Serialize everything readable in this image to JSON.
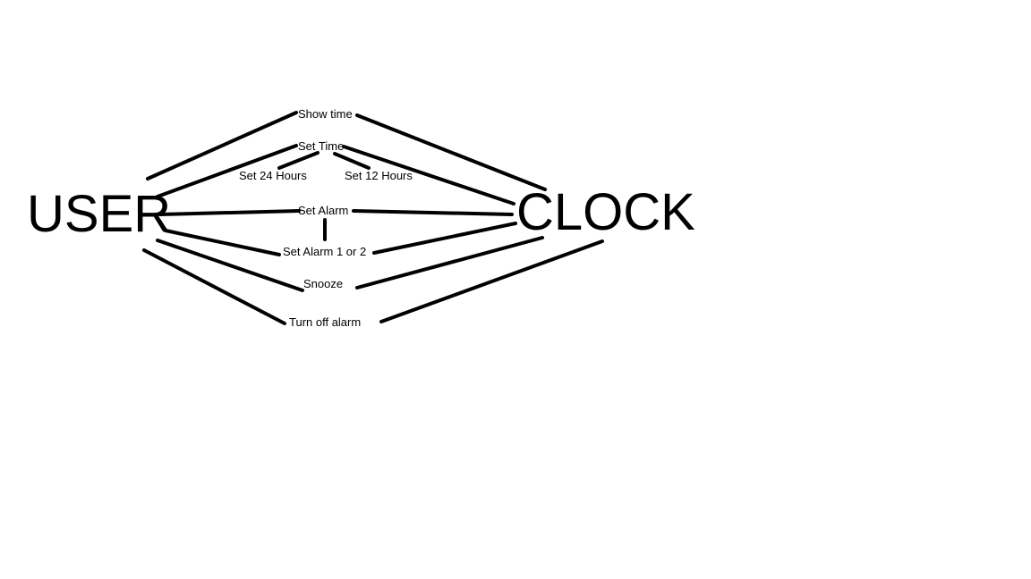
{
  "actors": {
    "user": "USER",
    "clock": "CLOCK"
  },
  "actions": {
    "show_time": "Show time",
    "set_time": "Set Time",
    "set_24_hours": "Set 24 Hours",
    "set_12_hours": "Set 12 Hours",
    "set_alarm": "Set Alarm",
    "set_alarm_1_or_2": "Set Alarm 1 or 2",
    "snooze": "Snooze",
    "turn_off_alarm": "Turn off alarm"
  },
  "colors": {
    "ink": "#000000",
    "background": "#ffffff"
  }
}
